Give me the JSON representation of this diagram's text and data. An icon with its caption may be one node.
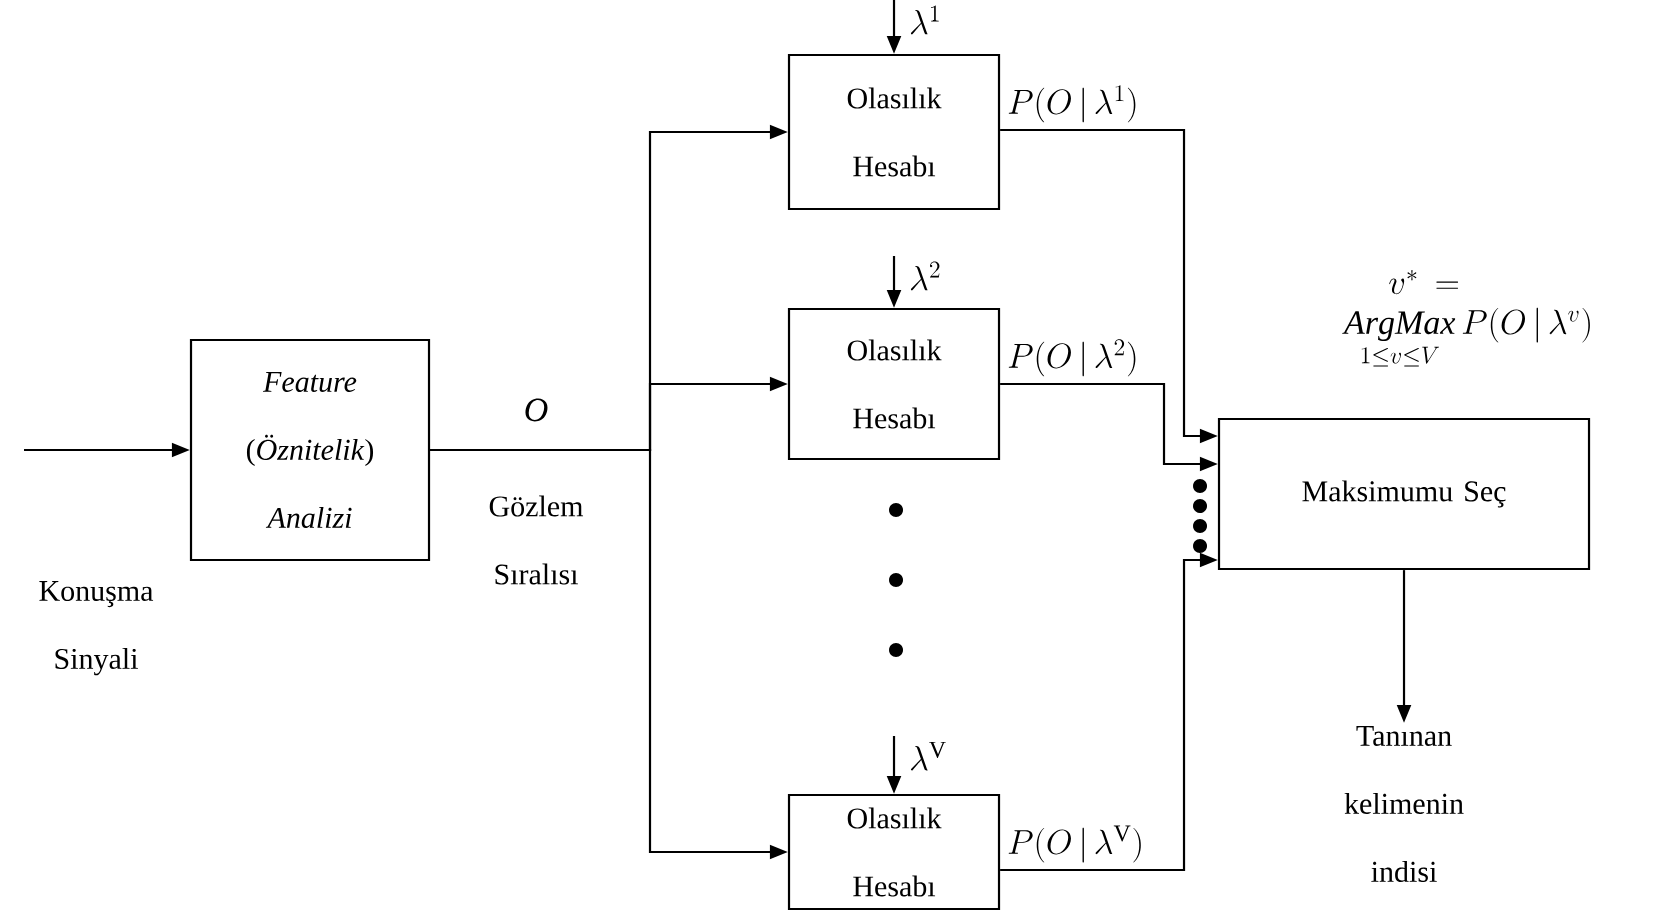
{
  "diagram": {
    "nodes": [
      {
        "text": [
          "*Feature* (*Öznitelik*) *Analizi*"
        ]
      },
      {
        "text": [
          "Olasılık Hesabı"
        ]
      },
      {
        "text": [
          "Olasılık Hesabı"
        ]
      },
      {
        "text": [
          "Olasılık Hesabı"
        ]
      },
      {
        "text": [
          "Maksimumu Seç"
        ]
      },
      {
        "text": [
          "Tanınan kelimenin indisi"
        ]
      }
    ],
    "edges": [
      {
        "from": null,
        "to": 0,
        "arrow": "to",
        "label": "Konuşma Sinyali"
      },
      {
        "from": 0,
        "to": 1,
        "arrow": "to"
      },
      {
        "from": 0,
        "to": 2,
        "arrow": "to"
      },
      {
        "from": 0,
        "to": 3,
        "arrow": "to"
      },
      {
        "from": null,
        "to": 1,
        "arrow": "to",
        "label": "\\lambda^{1}"
      },
      {
        "from": null,
        "to": 2,
        "arrow": "to",
        "label": "\\lambda^{2}"
      },
      {
        "from": null,
        "to": 3,
        "arrow": "to",
        "label": "\\lambda^{\\mathrm{V}}"
      },
      {
        "from": 1,
        "to": 4,
        "arrow": "to",
        "label": "P(O\\,|\\,\\lambda^{1})"
      },
      {
        "from": 2,
        "to": 4,
        "arrow": "to",
        "label": "P(O\\,|\\,\\lambda^{2})"
      },
      {
        "from": 3,
        "to": 4,
        "arrow": "to",
        "label": "P(O\\,|\\,\\lambda^{\\mathrm{V}})"
      },
      {
        "from": 4,
        "to": 5,
        "arrow": "to"
      }
    ],
    "labels": [
      "O",
      "Gözlem Sıralısı",
      "v^{*} = \\underset{1\\leq v\\leq V}{\\mathit{ArgMax}}\\,P(O\\,|\\,\\lambda^{v})"
    ]
  }
}
